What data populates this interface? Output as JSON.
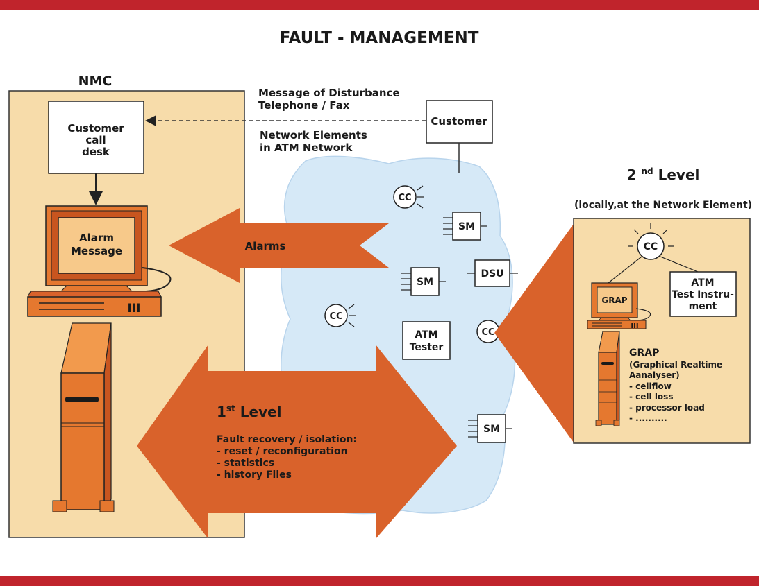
{
  "title": "FAULT - MANAGEMENT",
  "nmc": {
    "label": "NMC",
    "call_desk": [
      "Customer",
      "call",
      "desk"
    ],
    "alarm_message": [
      "Alarm",
      "Message"
    ],
    "keyboard_mark": "III"
  },
  "message_label": [
    "Message of Disturbance",
    "Telephone / Fax"
  ],
  "network_label": [
    "Network Elements",
    "in  ATM Network"
  ],
  "customer_label": "Customer",
  "alarms_label": "Alarms",
  "network_elements": {
    "cc": "CC",
    "sm": "SM",
    "dsu": "DSU",
    "atm_tester": [
      "ATM",
      "Tester"
    ]
  },
  "first_level": {
    "heading_main": "1",
    "heading_sup": "st",
    "heading_rest": " Level",
    "desc_title": "Fault recovery / isolation:",
    "items": [
      "- reset / reconfiguration",
      "- statistics",
      "- history Files"
    ]
  },
  "second_level": {
    "heading_main": "2 ",
    "heading_sup": "nd",
    "heading_rest": " Level",
    "subtitle": "(locally,at the  Network Element)",
    "cc": "CC",
    "grap_screen": "GRAP",
    "keyboard_mark": "III",
    "atm_instrument": [
      "ATM",
      "Test Instru-",
      "ment"
    ],
    "grap_title": "GRAP",
    "grap_desc": [
      "(Graphical Realtime",
      "Aanalyser)"
    ],
    "grap_items": [
      "- cellflow",
      "- cell loss",
      "- processor load",
      "- .........."
    ]
  },
  "colors": {
    "frame_red": "#c0242c",
    "panel_fill": "#f7dcaa",
    "arrow_orange": "#d9622b",
    "cloud_blue": "#d6e9f7",
    "server_orange": "#e5782f"
  }
}
